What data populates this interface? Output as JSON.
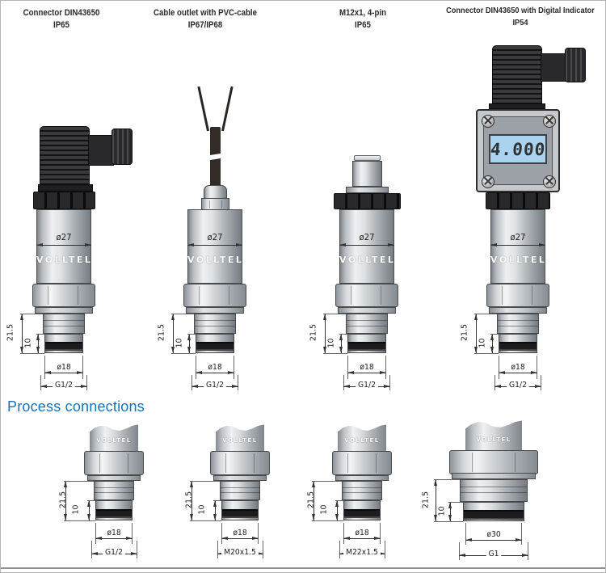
{
  "page": {
    "section_title": "Process connections",
    "brand": "VOLLTEL"
  },
  "variants": [
    {
      "title": "Connector DIN43650",
      "ip": "IP65"
    },
    {
      "title": "Cable outlet with PVC-cable",
      "ip": "IP67/IP68"
    },
    {
      "title": "M12x1, 4-pin",
      "ip": "IP65"
    },
    {
      "title": "Connector DIN43650 with Digital Indicator",
      "ip": "IP54"
    }
  ],
  "indicator": {
    "display_value": "4.000"
  },
  "dimensions": {
    "body_diameter": "ø27",
    "total_length": "21.5",
    "thread_length": "10",
    "thread_diameter": "ø18",
    "thread_size": "G1/2"
  },
  "process_connections": [
    {
      "diameter": "ø18",
      "thread": "G1/2"
    },
    {
      "diameter": "ø18",
      "thread": "M20x1.5"
    },
    {
      "diameter": "ø18",
      "thread": "M22x1.5"
    },
    {
      "diameter": "ø30",
      "thread": "G1"
    }
  ]
}
